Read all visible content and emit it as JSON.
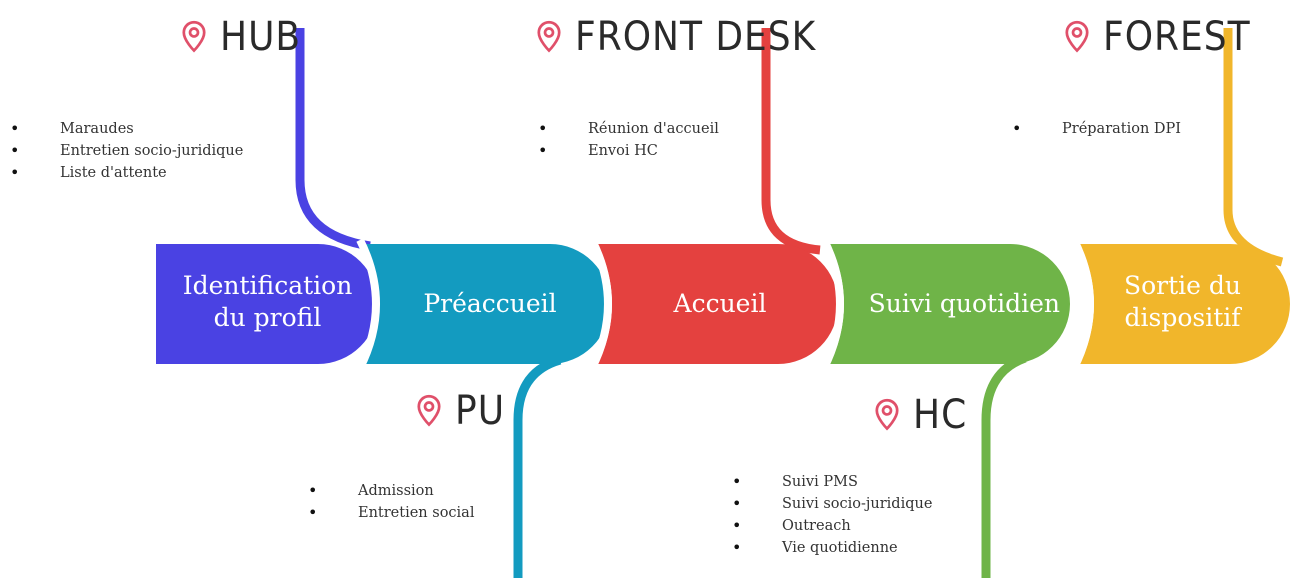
{
  "stages": [
    {
      "label": "Identification du profil",
      "lines": [
        "Identification",
        "du profil"
      ],
      "color": "#4a42e3"
    },
    {
      "label": "Préaccueil",
      "color": "#139bc0"
    },
    {
      "label": "Accueil",
      "color": "#e4413f"
    },
    {
      "label": "Suivi quotidien",
      "color": "#6fb448"
    },
    {
      "label": "Sortie du dispositif",
      "lines": [
        "Sortie du",
        "dispositif"
      ],
      "color": "#f1b62b"
    }
  ],
  "locations": {
    "hub": {
      "title": "HUB",
      "items": [
        "Maraudes",
        "Entretien socio-juridique",
        "Liste d'attente"
      ]
    },
    "front_desk": {
      "title": "FRONT DESK",
      "items": [
        "Réunion d'accueil",
        "Envoi HC"
      ]
    },
    "forest": {
      "title": "FOREST",
      "items": [
        "Préparation DPI"
      ]
    },
    "pu": {
      "title": "PU",
      "items": [
        "Admission",
        "Entretien social"
      ]
    },
    "hc": {
      "title": "HC",
      "items": [
        "Suivi PMS",
        "Suivi socio-juridique",
        "Outreach",
        "Vie quotidienne"
      ]
    }
  },
  "pin_icon": "map-pin-icon",
  "pin_color": "#e0506a"
}
